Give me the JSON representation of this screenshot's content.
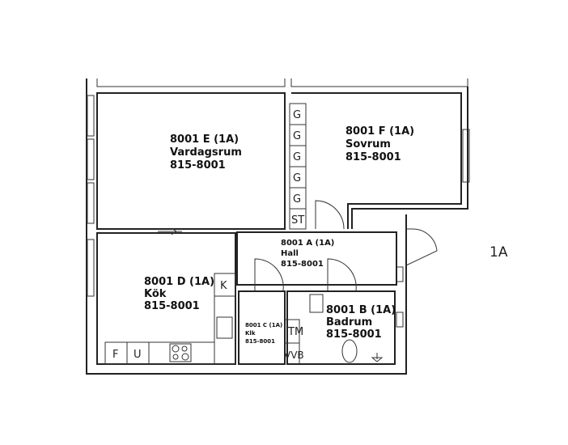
{
  "apartment_label": "1A",
  "rooms": [
    {
      "id": "8001 E (1A)",
      "name": "Vardagsrum",
      "code": "815-8001"
    },
    {
      "id": "8001 F (1A)",
      "name": "Sovrum",
      "code": "815-8001"
    },
    {
      "id": "8001 A (1A)",
      "name": "Hall",
      "code": "815-8001"
    },
    {
      "id": "8001 D (1A)",
      "name": "Kök",
      "code": "815-8001"
    },
    {
      "id": "8001 C (1A)",
      "name": "Klk",
      "code": "815-8001"
    },
    {
      "id": "8001 B (1A)",
      "name": "Badrum",
      "code": "815-8001"
    }
  ],
  "fixtures": {
    "wardrobe": "G",
    "storage": "ST",
    "kitchen_cabinet": "K",
    "freezer": "F",
    "fridge": "U",
    "washer": "TM",
    "water_heater": "VVB"
  }
}
